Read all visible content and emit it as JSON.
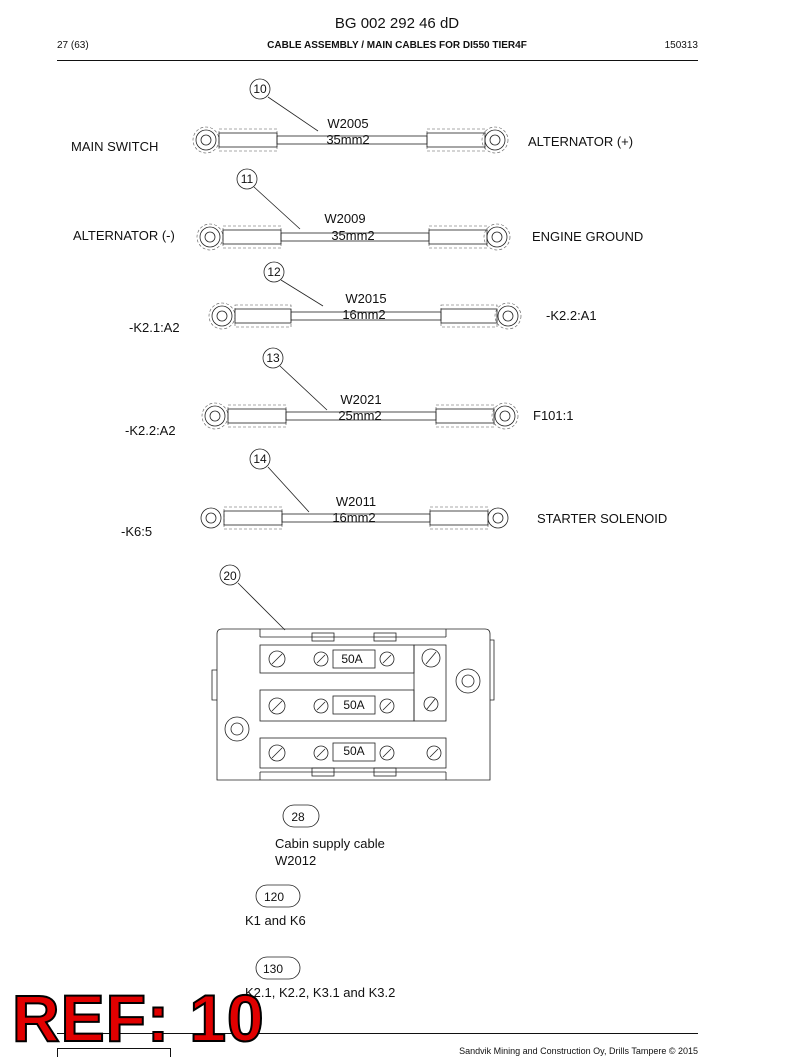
{
  "header": {
    "doc_code": "BG 002 292 46 dD",
    "page": "27 (63)",
    "title": "CABLE ASSEMBLY / MAIN CABLES FOR DI550 TIER4F",
    "revision": "150313"
  },
  "cables": [
    {
      "callout": "10",
      "wire": "W2005",
      "size": "35mm2",
      "left": "MAIN SWITCH",
      "right": "ALTERNATOR (+)"
    },
    {
      "callout": "11",
      "wire": "W2009",
      "size": "35mm2",
      "left": "ALTERNATOR (-)",
      "right": "ENGINE GROUND"
    },
    {
      "callout": "12",
      "wire": "W2015",
      "size": "16mm2",
      "left": "-K2.1:A2",
      "right": "-K2.2:A1"
    },
    {
      "callout": "13",
      "wire": "W2021",
      "size": "25mm2",
      "left": "-K2.2:A2",
      "right": "F101:1"
    },
    {
      "callout": "14",
      "wire": "W2011",
      "size": "16mm2",
      "left": "-K6:5",
      "right": "STARTER SOLENOID"
    }
  ],
  "fuse_box": {
    "callout": "20",
    "fuses": [
      "50A",
      "50A",
      "50A"
    ]
  },
  "notes": [
    {
      "callout": "28",
      "line1": "Cabin supply cable",
      "line2": "W2012"
    },
    {
      "callout": "120",
      "line1": "K1 and K6",
      "line2": ""
    },
    {
      "callout": "130",
      "line1": "K2.1, K2.2, K3.1 and K3.2",
      "line2": ""
    }
  ],
  "footer": {
    "copyright": "Sandvik Mining and Construction Oy, Drills Tampere © 2015"
  },
  "stamp": "REF: 10"
}
